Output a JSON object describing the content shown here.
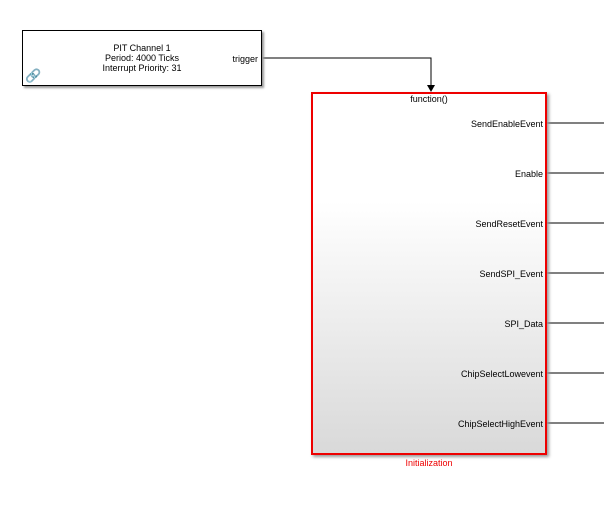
{
  "pit_block": {
    "lines": [
      "PIT Channel 1",
      "Period: 4000 Ticks",
      "Interrupt Priority: 31"
    ],
    "output_port": "trigger",
    "link_icon": "link-icon"
  },
  "subsystem": {
    "name": "Initialization",
    "trigger_port": "function()",
    "outputs": [
      "SendEnableEvent",
      "Enable",
      "SendResetEvent",
      "SendSPI_Event",
      "SPI_Data",
      "ChipSelectLowevent",
      "ChipSelectHighEvent"
    ],
    "highlight_color": "#e00000"
  }
}
